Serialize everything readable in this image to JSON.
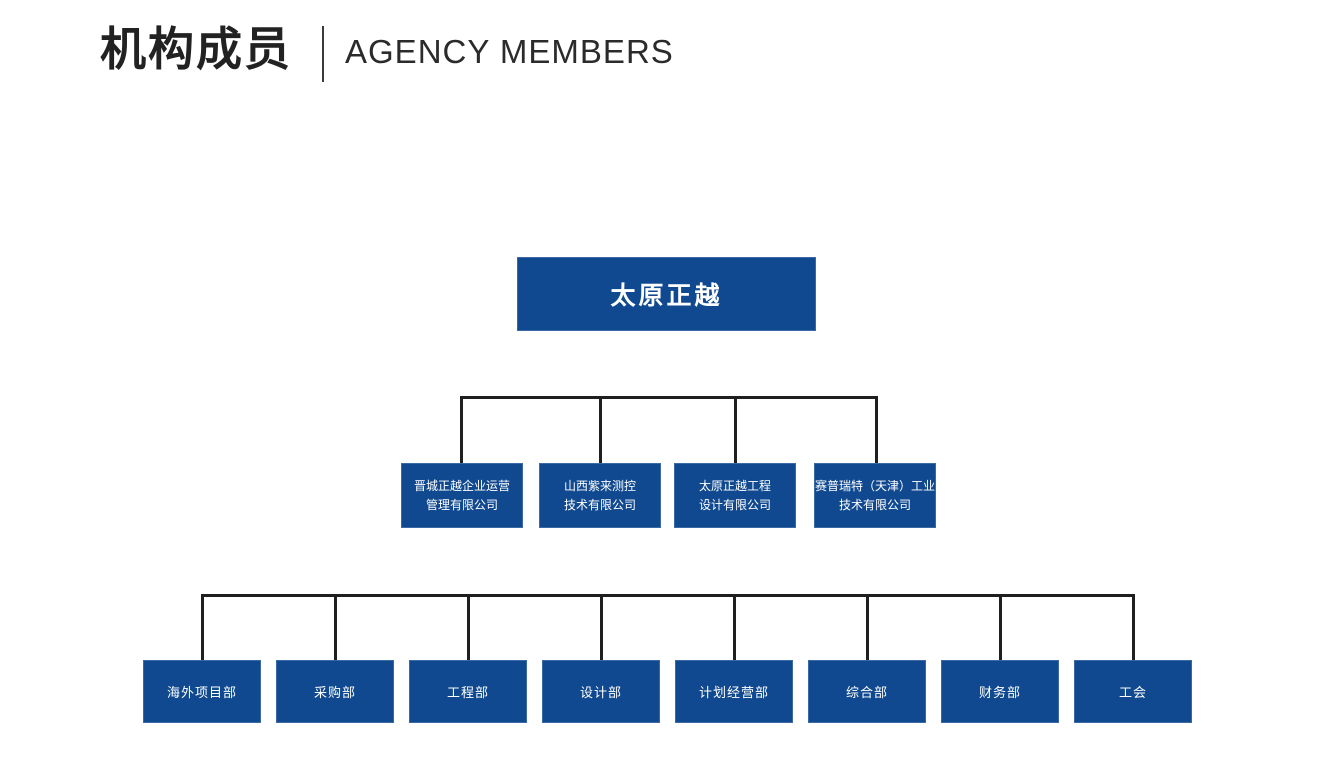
{
  "header": {
    "title_cn": "机构成员",
    "title_en": "AGENCY MEMBERS"
  },
  "colors": {
    "box_blue": "#10498F",
    "connector_black": "#1f1f1f",
    "title_text": "#222222",
    "box_text": "#ffffff",
    "background": "#ffffff"
  },
  "org_chart": {
    "root": {
      "label": "太原正越"
    },
    "level2": [
      {
        "line1": "晋城正越企业运营",
        "line2": "管理有限公司"
      },
      {
        "line1": "山西紫来测控",
        "line2": "技术有限公司"
      },
      {
        "line1": "太原正越工程",
        "line2": "设计有限公司"
      },
      {
        "line1": "赛普瑞特（天津）工业",
        "line2": "技术有限公司"
      }
    ],
    "level3": [
      {
        "label": "海外项目部"
      },
      {
        "label": "采购部"
      },
      {
        "label": "工程部"
      },
      {
        "label": "设计部"
      },
      {
        "label": "计划经营部"
      },
      {
        "label": "综合部"
      },
      {
        "label": "财务部"
      },
      {
        "label": "工会"
      }
    ]
  }
}
